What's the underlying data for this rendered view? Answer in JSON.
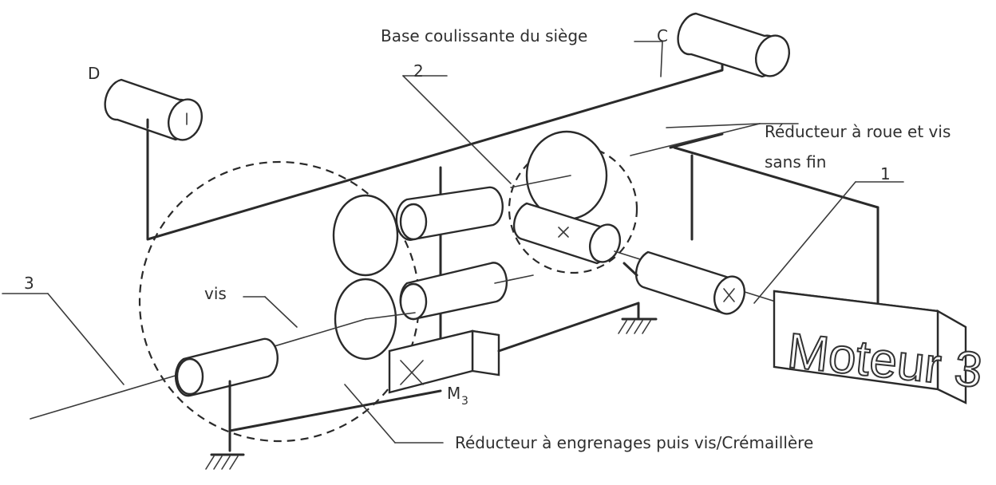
{
  "labels": {
    "base": "Base coulissante du siège",
    "c": "C",
    "d": "D",
    "worm_reducer_line1": "Réducteur à roue et vis",
    "worm_reducer_line2": "sans fin",
    "n1": "1",
    "n2": "2",
    "n3": "3",
    "vis": "vis",
    "m3_letter": "M",
    "m3_sub": "3",
    "moteur": "Moteur 3",
    "gear_reducer": "Réducteur à engrenages puis vis/Crémaillère"
  }
}
